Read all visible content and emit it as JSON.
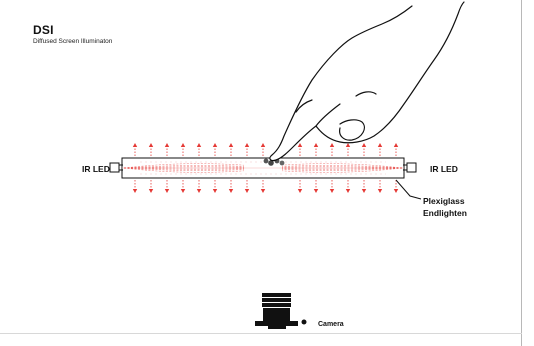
{
  "title": "DSI",
  "subtitle": "Diffused Screen Illuminaton",
  "labels": {
    "ir_led_left": "IR LED",
    "ir_led_right": "IR LED",
    "plexiglass_line1": "Plexiglass",
    "plexiglass_line2": "Endlighten",
    "camera": "Camera"
  },
  "colors": {
    "ir_light": "#e53935",
    "outline": "#111111",
    "background": "#ffffff"
  },
  "icons": {
    "hand": "hand-icon",
    "camera": "camera-icon",
    "led": "led-icon"
  }
}
